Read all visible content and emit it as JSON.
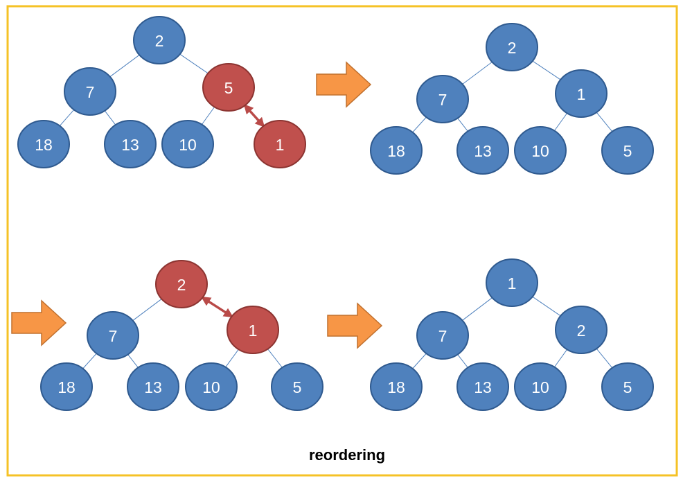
{
  "colors": {
    "frame": "#F5C226",
    "node_blue_fill": "#4F81BD",
    "node_blue_stroke": "#2F5A8F",
    "node_red_fill": "#C0504D",
    "node_red_stroke": "#8C3431",
    "edge": "#4F81BD",
    "swap_arrow": "#B94A48",
    "step_arrow_fill": "#F79646",
    "step_arrow_stroke": "#C0702E"
  },
  "caption": "reordering",
  "trees": [
    {
      "id": "tree-1",
      "nodes": [
        {
          "label": "2",
          "state": "normal"
        },
        {
          "label": "7",
          "state": "normal"
        },
        {
          "label": "5",
          "state": "highlight"
        },
        {
          "label": "18",
          "state": "normal"
        },
        {
          "label": "13",
          "state": "normal"
        },
        {
          "label": "10",
          "state": "normal"
        },
        {
          "label": "1",
          "state": "highlight"
        }
      ],
      "swap": [
        "5",
        "1"
      ]
    },
    {
      "id": "tree-2",
      "nodes": [
        {
          "label": "2",
          "state": "normal"
        },
        {
          "label": "7",
          "state": "normal"
        },
        {
          "label": "1",
          "state": "normal"
        },
        {
          "label": "18",
          "state": "normal"
        },
        {
          "label": "13",
          "state": "normal"
        },
        {
          "label": "10",
          "state": "normal"
        },
        {
          "label": "5",
          "state": "normal"
        }
      ],
      "swap": null
    },
    {
      "id": "tree-3",
      "nodes": [
        {
          "label": "2",
          "state": "highlight"
        },
        {
          "label": "7",
          "state": "normal"
        },
        {
          "label": "1",
          "state": "highlight"
        },
        {
          "label": "18",
          "state": "normal"
        },
        {
          "label": "13",
          "state": "normal"
        },
        {
          "label": "10",
          "state": "normal"
        },
        {
          "label": "5",
          "state": "normal"
        }
      ],
      "swap": [
        "2",
        "1"
      ]
    },
    {
      "id": "tree-4",
      "nodes": [
        {
          "label": "1",
          "state": "normal"
        },
        {
          "label": "7",
          "state": "normal"
        },
        {
          "label": "2",
          "state": "normal"
        },
        {
          "label": "18",
          "state": "normal"
        },
        {
          "label": "13",
          "state": "normal"
        },
        {
          "label": "10",
          "state": "normal"
        },
        {
          "label": "5",
          "state": "normal"
        }
      ],
      "swap": null
    }
  ],
  "edges": [
    [
      0,
      1
    ],
    [
      0,
      2
    ],
    [
      1,
      3
    ],
    [
      1,
      4
    ],
    [
      2,
      5
    ],
    [
      2,
      6
    ]
  ],
  "step_arrows": [
    "step-arrow-1",
    "step-arrow-2",
    "step-arrow-3"
  ]
}
